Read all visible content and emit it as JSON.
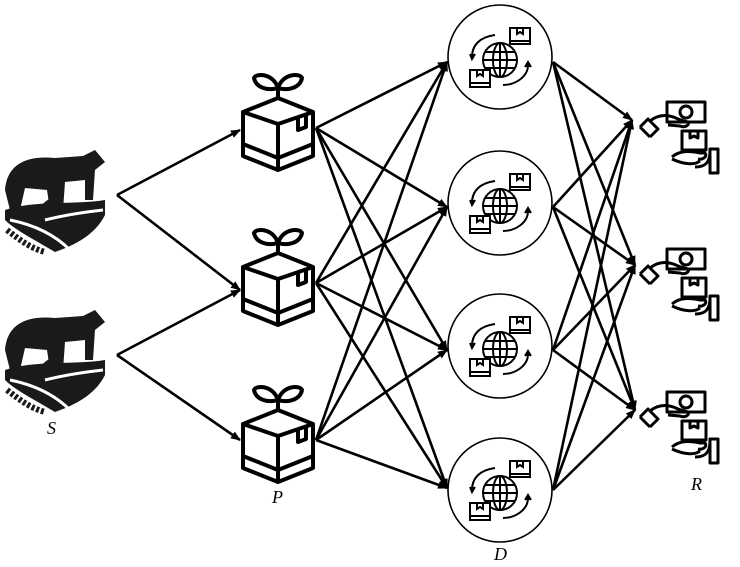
{
  "layers": {
    "suppliers": {
      "label": "S",
      "count": 2
    },
    "processors": {
      "label": "P",
      "count": 3
    },
    "distributors": {
      "label": "D",
      "count": 4
    },
    "retailers": {
      "label": "R",
      "count": 3
    }
  },
  "colors": {
    "stroke": "#000000",
    "background": "#ffffff"
  },
  "icons": {
    "suppliers": "farm-livestock-icon",
    "processors": "plant-box-icon",
    "distributors": "global-logistics-icon",
    "retailers": "payment-delivery-icon"
  }
}
